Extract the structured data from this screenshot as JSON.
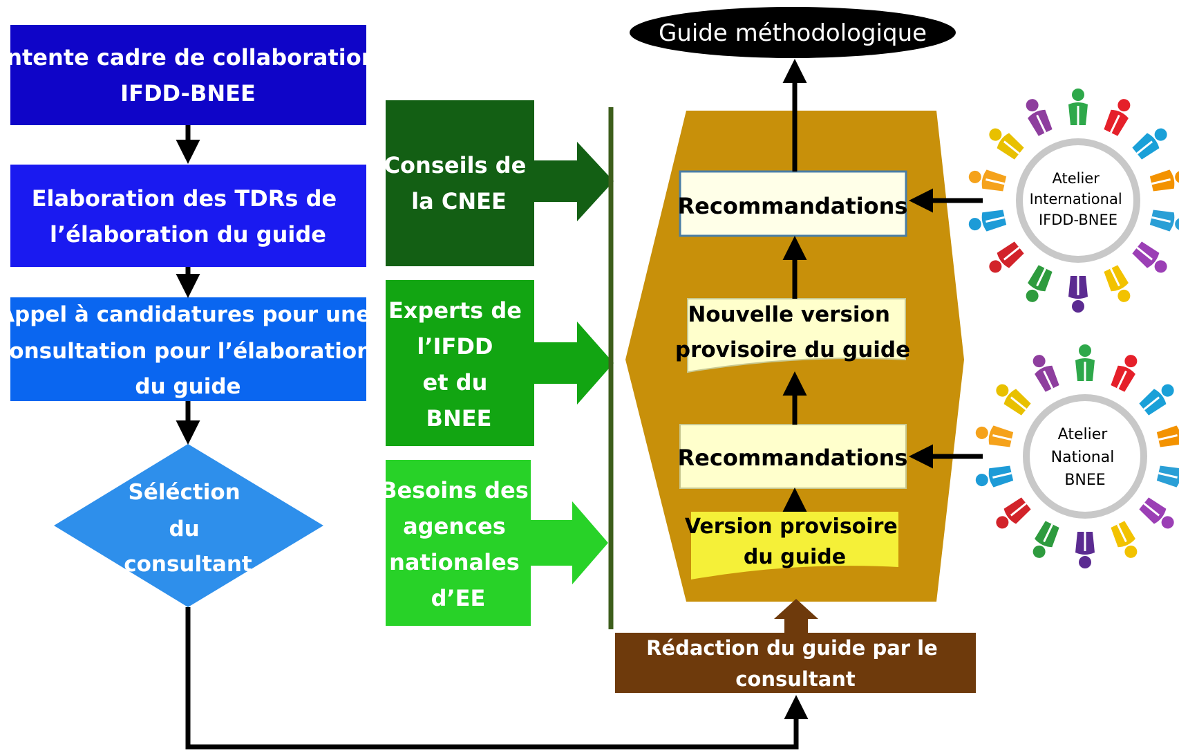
{
  "colors": {
    "box1": "#0F05C8",
    "box2": "#1A1AF0",
    "box3": "#0A66F0",
    "diamond": "#2E8FEB",
    "green_dark": "#135F14",
    "green_mid": "#12A512",
    "green_light": "#28D228",
    "hexagon": "#C8900A",
    "brown": "#6E3A0C",
    "rec_box": "#FFFFCC",
    "draft_box": "#F5F038",
    "oval": "#000000"
  },
  "left_flow": {
    "box1": [
      "Entente cadre de collaboration",
      "IFDD-BNEE"
    ],
    "box2": [
      "Elaboration des TDRs de",
      "l’élaboration du guide"
    ],
    "box3": [
      "Appel à candidatures pour une",
      "consultation pour l’élaboration",
      "du guide"
    ],
    "diamond": [
      "Séléction",
      "du",
      "consultant"
    ]
  },
  "inputs": {
    "cnee": [
      "Conseils de",
      "la CNEE"
    ],
    "experts": [
      "Experts de",
      "l’IFDD",
      "et du",
      "BNEE"
    ],
    "besoins": [
      "Besoins des",
      "agences",
      "nationales",
      "d’EE"
    ]
  },
  "center": {
    "output": "Guide méthodologique",
    "rec_top": "Recommandations",
    "nouvelle": [
      "Nouvelle version",
      "provisoire du guide"
    ],
    "rec_bottom": "Recommandations",
    "version": [
      "Version provisoire",
      "du guide"
    ],
    "redaction": [
      "Rédaction du guide par le",
      "consultant"
    ]
  },
  "workshops": {
    "international": [
      "Atelier",
      "International",
      "IFDD-BNEE"
    ],
    "national": [
      "Atelier",
      "National",
      "BNEE"
    ],
    "people_colors": [
      "#2EA84A",
      "#E5202A",
      "#1AA0D8",
      "#F39200",
      "#2A9FD6",
      "#9B3FB5",
      "#F2C200",
      "#5B2B91",
      "#2E9B3E",
      "#D2232A",
      "#1D9BD7",
      "#F5A21B",
      "#E8C000",
      "#8E3E9E"
    ]
  }
}
